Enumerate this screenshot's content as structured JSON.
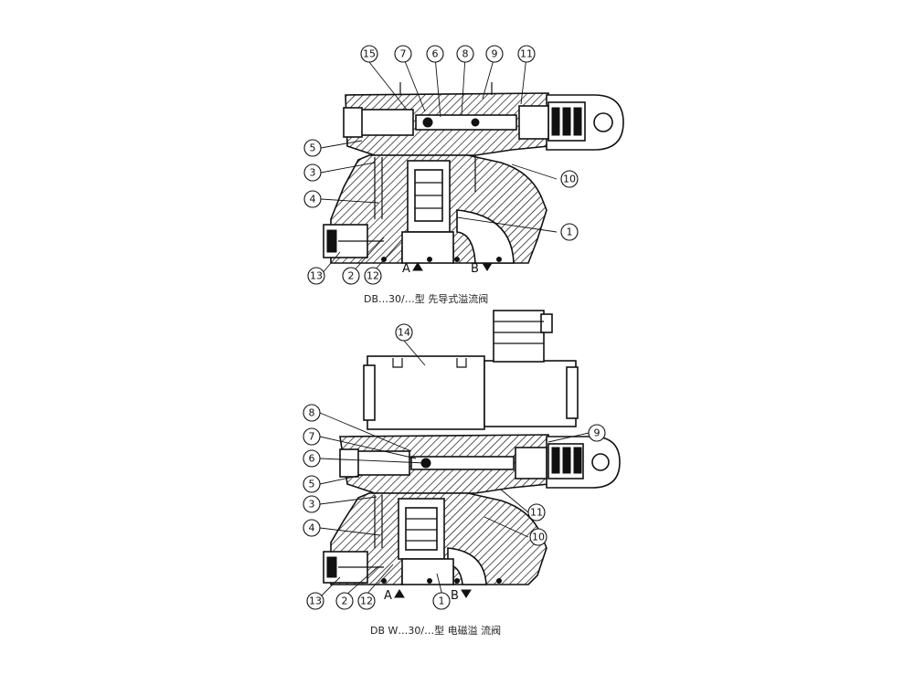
{
  "diagram1": {
    "caption": "DB…30/…型  先导式溢流阀",
    "port_a": "A",
    "port_b": "B",
    "callouts": [
      "15",
      "7",
      "6",
      "8",
      "9",
      "11",
      "5",
      "3",
      "10",
      "4",
      "1",
      "13",
      "2",
      "12"
    ]
  },
  "diagram2": {
    "caption": "DB W…30/…型  电磁溢 流阀",
    "port_a": "A",
    "port_b": "B",
    "callouts": [
      "14",
      "8",
      "9",
      "7",
      "6",
      "5",
      "11",
      "3",
      "10",
      "4",
      "13",
      "2",
      "12",
      "1"
    ]
  }
}
